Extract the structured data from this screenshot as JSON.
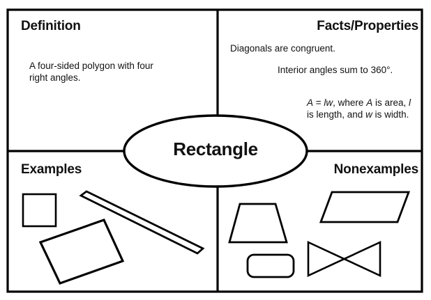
{
  "organizer": {
    "type": "frayer-model",
    "center_term": "Rectangle",
    "quadrants": [
      {
        "id": "definition",
        "title": "Definition",
        "position": "top-left",
        "text": "A four-sided polygon with four right angles."
      },
      {
        "id": "facts-properties",
        "title": "Facts/Properties",
        "position": "top-right",
        "lines": [
          "Diagonals are congruent.",
          "Interior angles sum to 360°.",
          "A = lw, where A is area, l is length, and w is width."
        ]
      },
      {
        "id": "examples",
        "title": "Examples",
        "position": "bottom-left",
        "shapes": [
          "square",
          "thin-diagonal-rectangle",
          "rotated-rectangle"
        ]
      },
      {
        "id": "nonexamples",
        "title": "Nonexamples",
        "position": "bottom-right",
        "shapes": [
          "trapezoid",
          "parallelogram",
          "rounded-rectangle",
          "bowtie"
        ]
      }
    ]
  },
  "formula": {
    "equation_lead": "A",
    "equals": " = ",
    "var_l": "l",
    "var_w": "w",
    "after_eq": ", where ",
    "var_A2": "A",
    "mid": " is area, ",
    "var_l2": "l",
    "mid2": " is length, and ",
    "var_w2": "w",
    "tail": " is width."
  },
  "colors": {
    "stroke": "#000000",
    "text": "#111111",
    "background": "#ffffff"
  }
}
